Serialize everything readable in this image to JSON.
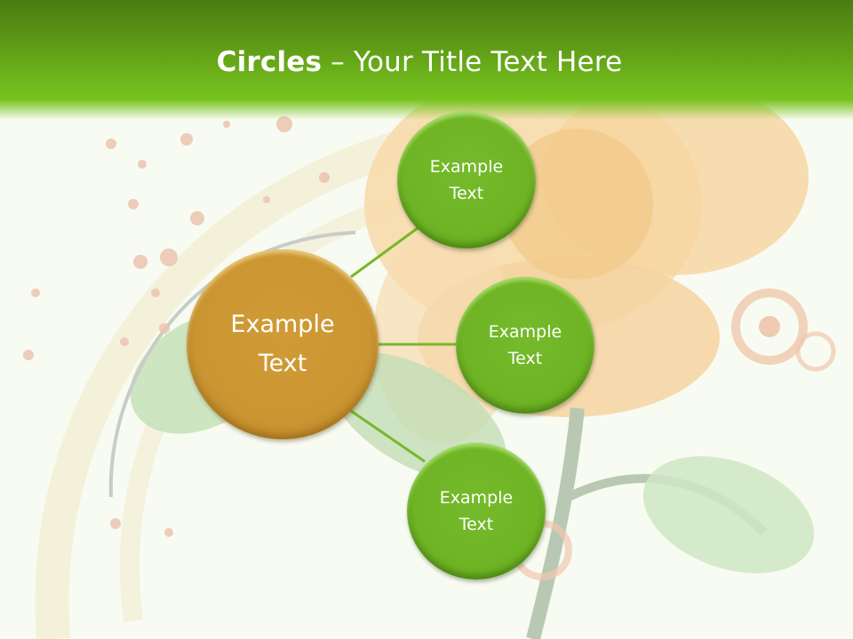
{
  "slide": {
    "title_bold": "Circles",
    "title_rest": " – Your Title Text Here"
  },
  "diagram": {
    "center": {
      "label": "Example\nText",
      "color": "#cb9632"
    },
    "satellites": [
      {
        "label": "Example\nText",
        "color": "#6fb424"
      },
      {
        "label": "Example\nText",
        "color": "#6fb424"
      },
      {
        "label": "Example\nText",
        "color": "#6fb424"
      }
    ],
    "connector_color": "#78b82a"
  },
  "theme": {
    "header_top": "#4a7c12",
    "header_bottom": "#76c21e",
    "background": "#f8fbf1"
  }
}
